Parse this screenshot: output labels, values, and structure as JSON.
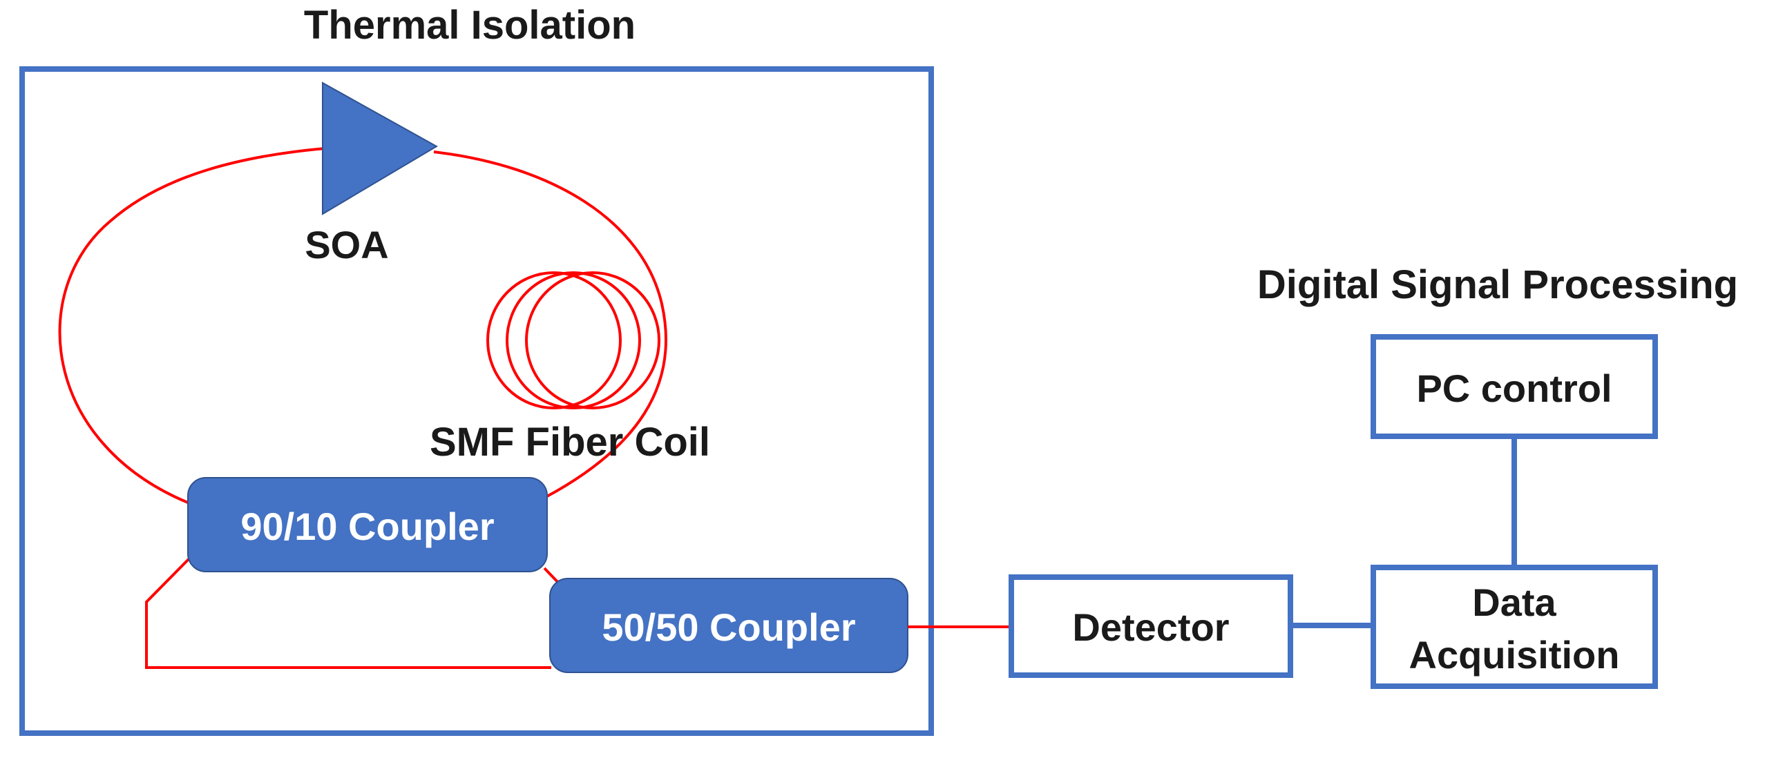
{
  "titles": {
    "thermal_isolation": "Thermal Isolation",
    "digital_signal_processing": "Digital Signal Processing"
  },
  "labels": {
    "soa": "SOA",
    "fiber_coil": "SMF Fiber Coil"
  },
  "couplers": {
    "coupler_90_10": "90/10 Coupler",
    "coupler_50_50": "50/50 Coupler"
  },
  "boxes": {
    "detector": "Detector",
    "data_acquisition_line1": "Data",
    "data_acquisition_line2": "Acquisition",
    "pc_control": "PC control"
  },
  "colors": {
    "accent_blue": "#4472C4",
    "fiber_red": "#FF0000",
    "text": "#1a1a1a",
    "coupler_text": "#ffffff"
  }
}
